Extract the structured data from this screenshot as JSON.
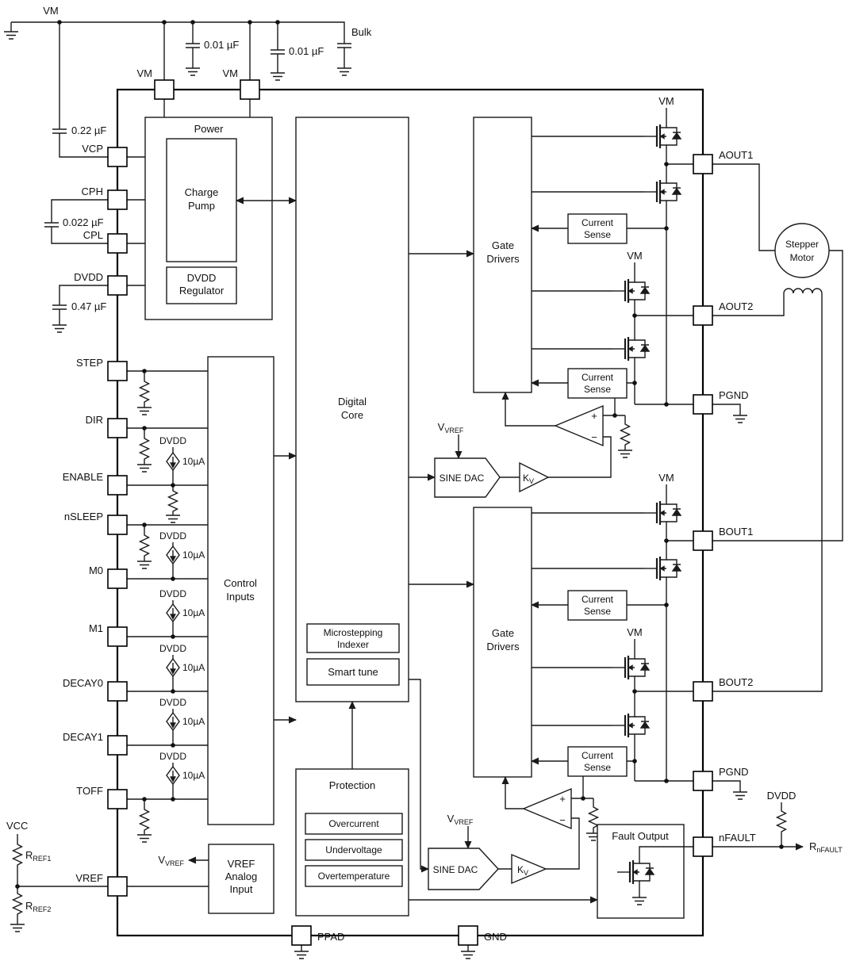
{
  "colors": {
    "ink": "#1a1a1a",
    "background": "#ffffff"
  },
  "supply": {
    "vm_rail": "VM",
    "decoupling_cap_1": "0.01 µF",
    "decoupling_cap_2": "0.01 µF",
    "bulk_cap": "Bulk",
    "vm_pin_1": "VM",
    "vm_pin_2": "VM",
    "vcp_cap": "0.22 µF",
    "charge_pump_cap": "0.022 µF",
    "dvdd_cap": "0.47 µF"
  },
  "pins": {
    "left": [
      "VCP",
      "CPH",
      "CPL",
      "DVDD",
      "STEP",
      "DIR",
      "ENABLE",
      "nSLEEP",
      "M0",
      "M1",
      "DECAY0",
      "DECAY1",
      "TOFF",
      "VREF"
    ],
    "right": [
      "AOUT1",
      "AOUT2",
      "PGND",
      "BOUT1",
      "BOUT2",
      "PGND",
      "nFAULT"
    ],
    "bottom": [
      "PPAD",
      "GND"
    ]
  },
  "blocks": {
    "power_title": "Power",
    "charge_pump": [
      "Charge",
      "Pump"
    ],
    "dvdd_regulator": [
      "DVDD",
      "Regulator"
    ],
    "control_inputs": [
      "Control",
      "Inputs"
    ],
    "digital_core": [
      "Digital",
      "Core"
    ],
    "microstepping_indexer": [
      "Microstepping",
      "Indexer"
    ],
    "smart_tune": "Smart tune",
    "protection_title": "Protection",
    "protection_items": [
      "Overcurrent",
      "Undervoltage",
      "Overtemperature"
    ],
    "vref_analog_input": [
      "VREF",
      "Analog",
      "Input"
    ],
    "gate_drivers": [
      "Gate",
      "Drivers"
    ],
    "current_sense": [
      "Current",
      "Sense"
    ],
    "sine_dac": "SINE DAC",
    "fault_output": "Fault Output"
  },
  "labels": {
    "dvdd": "DVDD",
    "bias_current": "10µA",
    "vm": "VM",
    "vcc": "VCC",
    "k": "K",
    "k_sub": "V",
    "v": "V",
    "vref_sub": "VREF",
    "r": "R",
    "r_ref1_sub": "REF1",
    "r_ref2_sub": "REF2",
    "r_nfault_sub": "nFAULT",
    "plus": "+",
    "minus": "−"
  },
  "motor": {
    "line1": "Stepper",
    "line2": "Motor"
  }
}
